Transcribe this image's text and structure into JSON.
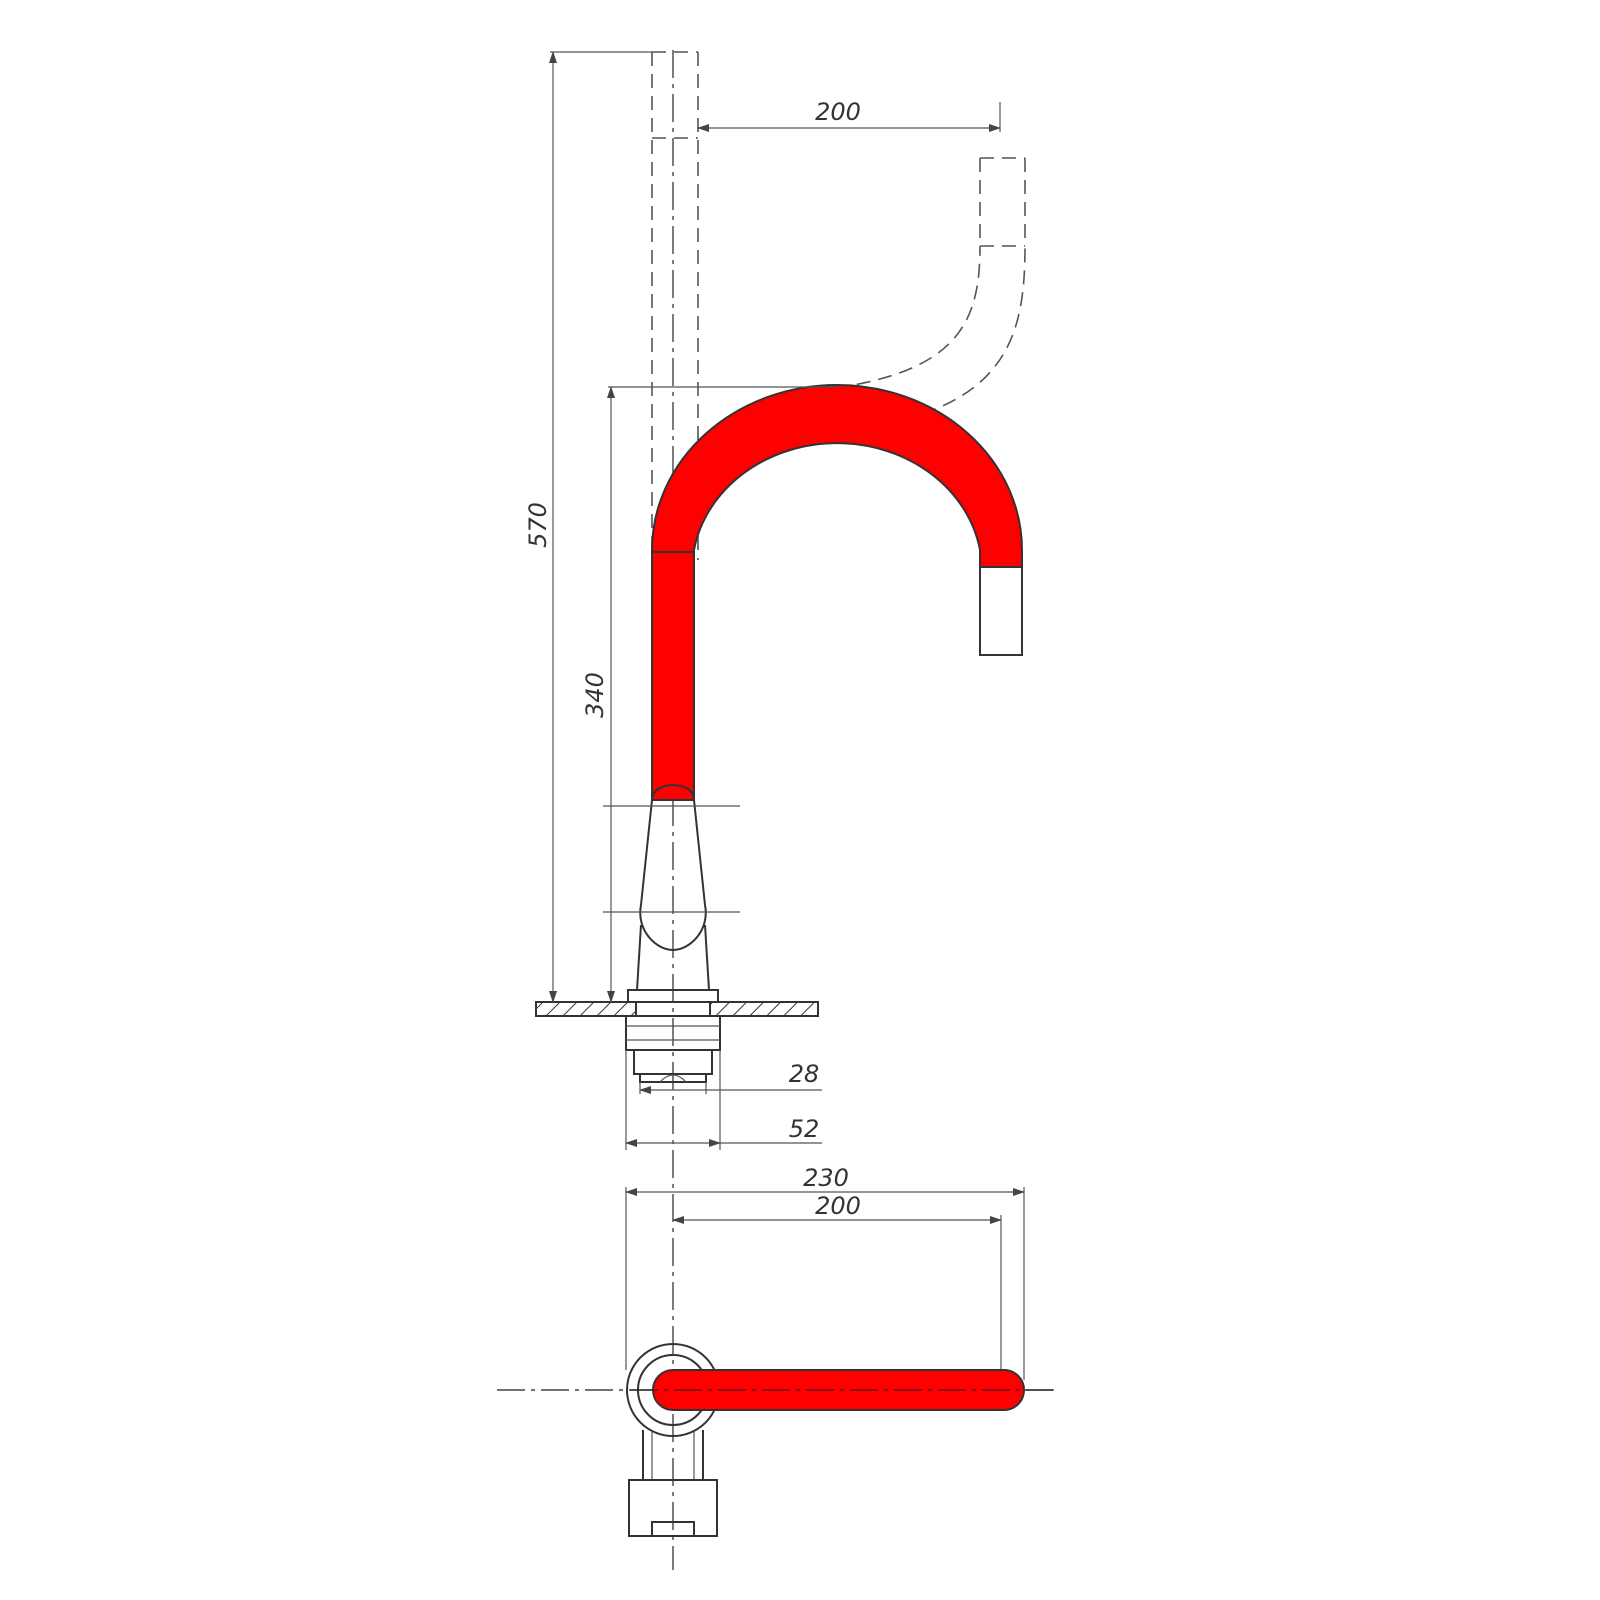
{
  "colors": {
    "spout": "#ff0000",
    "line": "#333333",
    "background": "#ffffff"
  },
  "dimensions": {
    "reach_top": "200",
    "total_height": "570",
    "spout_height": "340",
    "thread_diameter": "28",
    "base_diameter": "52",
    "overall_length": "230",
    "reach_plan": "200"
  }
}
